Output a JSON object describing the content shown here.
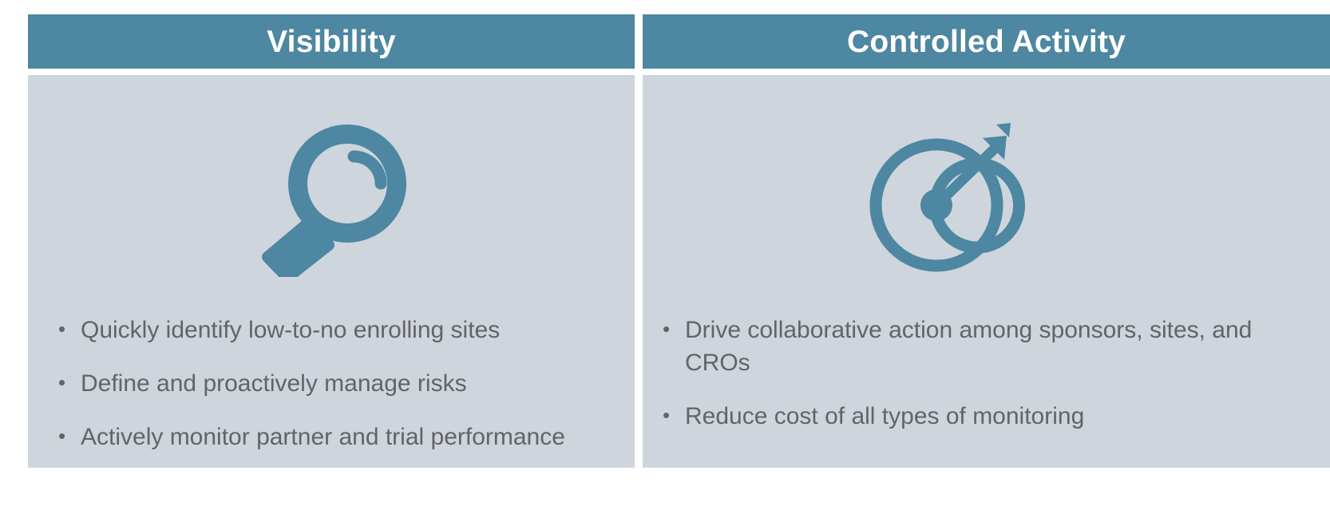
{
  "theme": {
    "header_bg": "#4d87a1",
    "panel_bg": "#ced5dd",
    "header_text": "#ffffff",
    "body_text": "#636466",
    "icon_color": "#4d87a1",
    "page_bg": "#ffffff"
  },
  "panels": [
    {
      "id": "visibility",
      "title": "Visibility",
      "icon": "magnifying-glass-icon",
      "bullet_marker": "•",
      "bullets": [
        "Quickly identify low-to-no enrolling sites",
        "Define and proactively manage risks",
        "Actively monitor partner and trial performance"
      ]
    },
    {
      "id": "controlled-activity",
      "title": "Controlled Activity",
      "icon": "target-bullseye-icon",
      "bullet_marker": "•",
      "bullets": [
        "Drive collaborative action among sponsors, sites, and CROs",
        "Reduce cost of all types of monitoring"
      ]
    }
  ]
}
